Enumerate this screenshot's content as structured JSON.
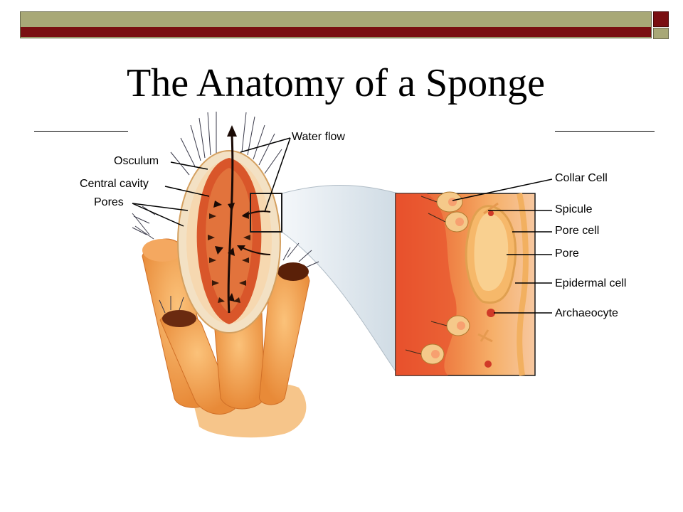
{
  "title": "The Anatomy of a Sponge",
  "labels": {
    "water_flow": "Water flow",
    "osculum": "Osculum",
    "central_cavity": "Central cavity",
    "pores": "Pores",
    "collar_cell": "Collar Cell",
    "spicule": "Spicule",
    "pore_cell": "Pore cell",
    "pore": "Pore",
    "epidermal_cell": "Epidermal cell",
    "archaeocyte": "Archaeocyte"
  },
  "colors": {
    "bar_olive": "#a8a877",
    "bar_maroon": "#7a0f12",
    "sponge_orange": "#f0a050",
    "cavity_red": "#d9562a",
    "panel_bg": "#e8eef2"
  }
}
